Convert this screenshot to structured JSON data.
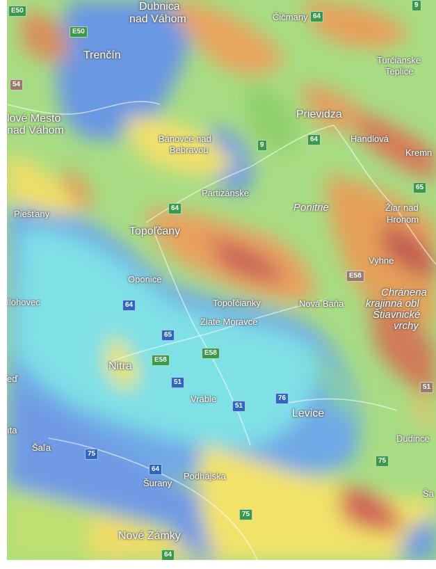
{
  "map": {
    "places": {
      "dubnica": "Dubnica",
      "nad_vahom": "nad Váhom",
      "cicmany": "Čičmany",
      "trencin": "Trenčín",
      "turcianske": "Turčianske",
      "teplice": "Teplice",
      "nove_mesto": "lové Mesto",
      "nad_vahom2": "nad Váhom",
      "prievidza": "Prievidza",
      "handlova": "Handlová",
      "kremn": "Kremn",
      "banovce1": "Bánovce nad",
      "banovce2": "Bebravou",
      "partizanske": "Partizánske",
      "ponitrie": "Ponitrie",
      "ziar1": "Žiar nad",
      "ziar2": "Hronom",
      "piestany": "Piešťany",
      "topolcany": "Topoľčany",
      "vyhne": "Vyhne",
      "oponice": "Oponice",
      "hlohovec": "llohovec",
      "topolcianky": "Topoľčianky",
      "nova_bana": "Nová Baňa",
      "chranena1": "Chránena",
      "chranena2": "krajinná obl",
      "chranena3": "Štiavnické",
      "chranena4": "vrchy",
      "zlate_moravce": "Zlaté Moravce",
      "nitra": "Nitra",
      "sered": "eď",
      "vrable": "Vráble",
      "levice": "Levice",
      "sala_edge": "ıta",
      "sala": "Šaľa",
      "dudince": "Dudince",
      "surany": "Šurany",
      "podhajska": "Podhájska",
      "sa_edge": "Ša",
      "nove_zamky": "Nové Zámky"
    },
    "road_shields": [
      {
        "id": "e50_a",
        "label": "E50",
        "kind": "euro"
      },
      {
        "id": "e50_b",
        "label": "E50",
        "kind": "euro"
      },
      {
        "id": "r64_cicmany",
        "label": "64",
        "kind": "euro"
      },
      {
        "id": "r9_top",
        "label": "9",
        "kind": "euro"
      },
      {
        "id": "r54",
        "label": "54",
        "kind": "grey"
      },
      {
        "id": "r9",
        "label": "9",
        "kind": "euro"
      },
      {
        "id": "r64_prievidza",
        "label": "64",
        "kind": "euro"
      },
      {
        "id": "r64_partizanske",
        "label": "64",
        "kind": "euro"
      },
      {
        "id": "r65_ziar",
        "label": "65",
        "kind": "euro"
      },
      {
        "id": "e58_vyhne",
        "label": "E58",
        "kind": "grey"
      },
      {
        "id": "r64_oponice",
        "label": "64",
        "kind": "natl"
      },
      {
        "id": "r65_nitra",
        "label": "65",
        "kind": "natl"
      },
      {
        "id": "e58_zlate",
        "label": "E58",
        "kind": "euro"
      },
      {
        "id": "e58_nitra",
        "label": "E58",
        "kind": "euro"
      },
      {
        "id": "r51_nitra",
        "label": "51",
        "kind": "natl"
      },
      {
        "id": "r51_vrable",
        "label": "51",
        "kind": "natl"
      },
      {
        "id": "r76",
        "label": "76",
        "kind": "natl"
      },
      {
        "id": "r51_right",
        "label": "51",
        "kind": "grey"
      },
      {
        "id": "r75_sala",
        "label": "75",
        "kind": "natl"
      },
      {
        "id": "r64_surany",
        "label": "64",
        "kind": "natl"
      },
      {
        "id": "r75_dudince",
        "label": "75",
        "kind": "euro"
      },
      {
        "id": "r75_south",
        "label": "75",
        "kind": "euro"
      },
      {
        "id": "r64_south",
        "label": "64",
        "kind": "euro"
      }
    ],
    "colors": {
      "low": "#6a9be0",
      "lowmid": "#7ee0e0",
      "mid": "#9fdc7a",
      "midhigh": "#f0e46a",
      "high": "#e8a060",
      "peak": "#c65a5a"
    }
  }
}
